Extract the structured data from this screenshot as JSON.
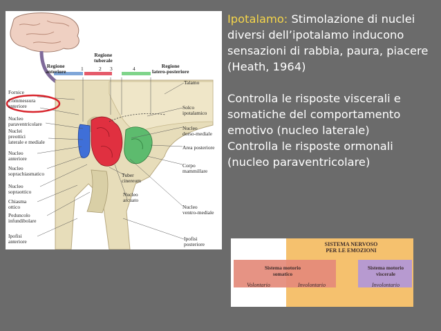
{
  "figure": {
    "labels": {
      "regione_tuberale": "Regione\ntuberale",
      "regione_anteriore": "Regione\nanteriore",
      "regione_latero": "Regione\nlatero-posteriore",
      "n1": "1",
      "n2": "2",
      "n3": "3",
      "n4": "4",
      "talamo": "Talamo",
      "solco": "Solco\nipotalamico",
      "dorso": "Nucleo\ndorso-mediale",
      "area_post": "Area posteriore",
      "corpo": "Corpo\nmammillare",
      "tuber": "Tuber\ncinereum",
      "arcuato": "Nucleo\narcuato",
      "ventro": "Nucleo\nventro-mediale",
      "ipofisi_post": "Ipofisi\nposteriore",
      "fornice": "Fornice",
      "commessura": "Commessura\nanteriore",
      "paravent": "Nucleo\nparaventricolare",
      "preottici": "Nuclei\npreottici\nlaterale e mediale",
      "nucleo_anteriore": "Nucleo\nanteriore",
      "soprachiasmatico": "Nucleo\nsoprachiasmatico",
      "sopraottico": "Nucleo\nsopraottico",
      "chiasma": "Chiasma\nottico",
      "peduncolo": "Peduncolo\ninfundibolare",
      "ipofisi_ant": "Ipofisi\nanteriore"
    }
  },
  "text": {
    "title_highlight": "Ipotalamo:",
    "title_rest": " Stimolazione di nuclei diversi dell’ipotalamo inducono sensazioni di rabbia, paura, piacere",
    "citation": "(Heath, 1964)",
    "para2": "Controlla le risposte viscerali e somatiche del comportamento emotivo (nucleo laterale)",
    "para3": "Controlla le risposte ormonali (nucleo paraventricolare)"
  },
  "diagram": {
    "title": "SISTEMA NERVOSO\nPER LE EMOZIONI",
    "somatico": "Sistema motorio\nsomatico",
    "viscerale": "Sistema motorio\nviscerale",
    "volontario": "Volontario",
    "involontario1": "Involontario",
    "involontario2": "Involontario"
  },
  "colors": {
    "background": "#6b6b6b",
    "highlight": "#f6d64a",
    "region_blue": "#3f6fd8",
    "region_red": "#e03040",
    "region_green": "#5dbb6e",
    "circle": "#d8242c"
  }
}
